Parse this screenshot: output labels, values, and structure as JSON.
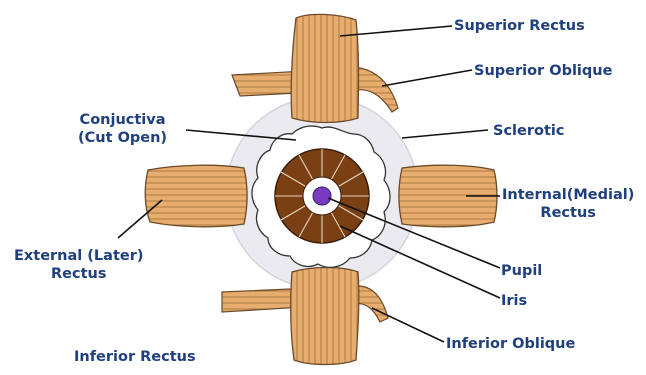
{
  "labels": {
    "superior_rectus": "Superior Rectus",
    "superior_oblique": "Superior Oblique",
    "conjunctiva_line1": "Conjuctiva",
    "conjunctiva_line2": "(Cut Open)",
    "sclerotic": "Sclerotic",
    "internal_line1": "Internal(Medial)",
    "internal_line2": "Rectus",
    "external_line1": "External (Later)",
    "external_line2": "Rectus",
    "pupil": "Pupil",
    "iris": "Iris",
    "inferior_oblique": "Inferior Oblique",
    "inferior_rectus": "Inferior Rectus"
  },
  "colors": {
    "label_text": "#1f3f7f",
    "muscle_fill": "#e6ad6e",
    "muscle_stroke": "#6b4a2a",
    "sclera_fill": "#eaeaf0",
    "iris_fill": "#7a3f12",
    "pupil_fill": "#7b3bc1",
    "leader_line": "#111111"
  }
}
